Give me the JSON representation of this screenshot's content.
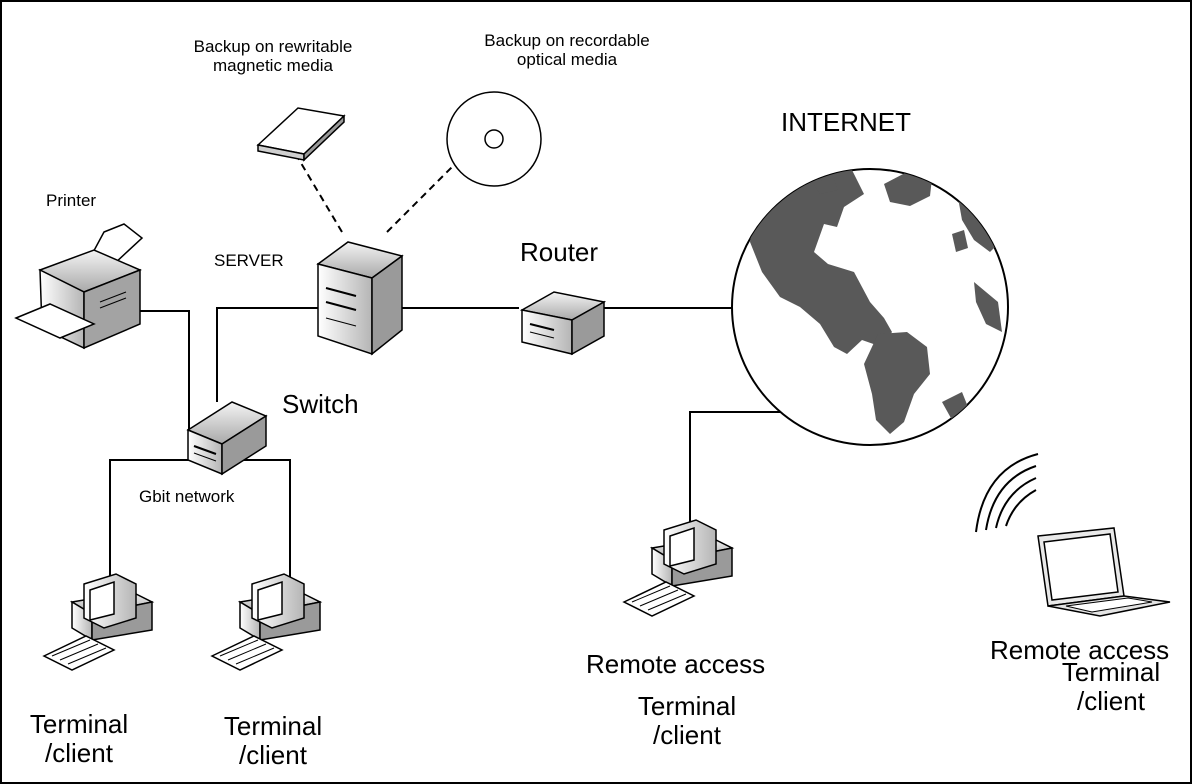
{
  "labels": {
    "backup_magnetic": [
      "Backup on rewritable",
      "magnetic media"
    ],
    "backup_optical": [
      "Backup on recordable",
      "optical media"
    ],
    "internet": "INTERNET",
    "printer": "Printer",
    "server": "SERVER",
    "router": "Router",
    "switch": "Switch",
    "gbit": "Gbit network",
    "terminal_line1": "Terminal",
    "terminal_line2": "/client",
    "remote_access": "Remote access"
  },
  "icons": [
    "tape-icon",
    "disc-icon",
    "globe-icon",
    "printer-icon",
    "server-icon",
    "router-icon",
    "switch-icon",
    "desktop-computer-icon",
    "laptop-icon",
    "wireless-signal-icon"
  ],
  "colors": {
    "line": "#000000",
    "land": "#595959",
    "device_fill": "#e6e6e6",
    "device_dark": "#9a9a9a"
  }
}
